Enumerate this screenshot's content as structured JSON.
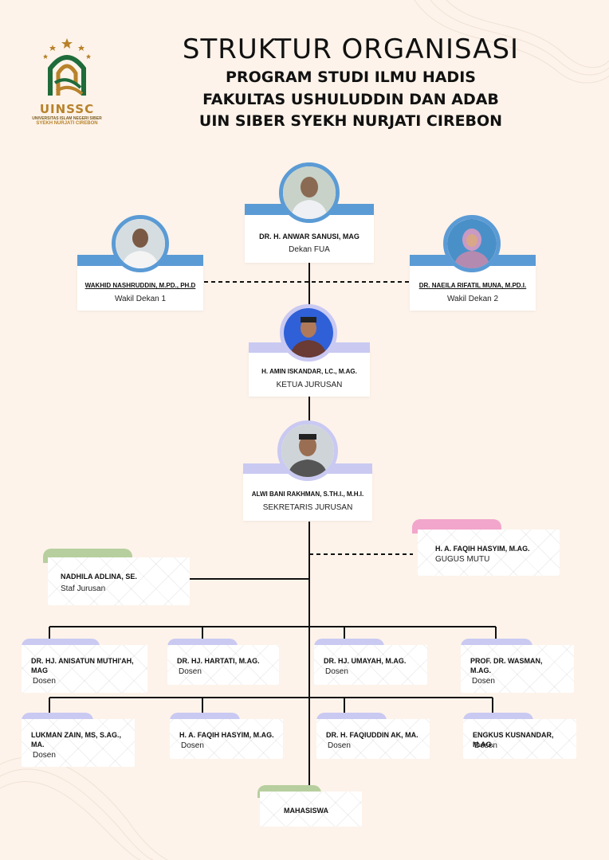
{
  "header": {
    "title": "STRUKTUR ORGANISASI",
    "line1": "PROGRAM STUDI ILMU HADIS",
    "line2": "FAKULTAS USHULUDDIN DAN ADAB",
    "line3": "UIN SIBER SYEKH NURJATI CIREBON"
  },
  "logo": {
    "name": "UINSSC",
    "sub1": "UNIVERSITAS ISLAM NEGERI SIBER",
    "sub2": "SYEKH NURJATI CIREBON"
  },
  "colors": {
    "background": "#fdf3ea",
    "blue": "#5b9bd5",
    "lavender": "#c9c9f2",
    "pink": "#f2a6cb",
    "green": "#b7cf9e"
  },
  "people": {
    "dekan": {
      "name": "DR. H. ANWAR SANUSI, MAG",
      "role": "Dekan FUA"
    },
    "wadek1": {
      "name": "WAKHID NASHRUDDIN, M.PD., PH.D",
      "role": "Wakil Dekan 1"
    },
    "wadek2": {
      "name": "DR. NAEILA RIFATIL MUNA, M.PD.I.",
      "role": "Wakil Dekan 2"
    },
    "kajur": {
      "name": "H. AMIN ISKANDAR, LC., M.AG.",
      "role": "KETUA JURUSAN"
    },
    "sekjur": {
      "name": "ALWI BANI RAKHMAN, S.TH.I., M.H.I.",
      "role": "SEKRETARIS JURUSAN"
    }
  },
  "staff": {
    "gugus": {
      "name": "H. A. FAQIH HASYIM, M.AG.",
      "role": "GUGUS MUTU"
    },
    "staf": {
      "name": "NADHILA ADLINA, SE.",
      "role": "Staf Jurusan"
    },
    "mahasiswa": {
      "name": "MAHASISWA"
    }
  },
  "dosen": [
    {
      "name": "DR. HJ. ANISATUN MUTHI'AH, MAG",
      "role": "Dosen"
    },
    {
      "name": "DR. HJ. HARTATI, M.AG.",
      "role": "Dosen"
    },
    {
      "name": "DR. HJ. UMAYAH, M.AG.",
      "role": "Dosen"
    },
    {
      "name": "PROF. DR. WASMAN, M.AG.",
      "role": "Dosen"
    },
    {
      "name": "LUKMAN ZAIN, MS, S.AG., MA.",
      "role": "Dosen"
    },
    {
      "name": "H. A. FAQIH HASYIM, M.AG.",
      "role": "Dosen"
    },
    {
      "name": "DR. H. FAQIUDDIN AK, MA.",
      "role": "Dosen"
    },
    {
      "name": "ENGKUS KUSNANDAR, M.AG.",
      "role": "Dosen"
    }
  ]
}
